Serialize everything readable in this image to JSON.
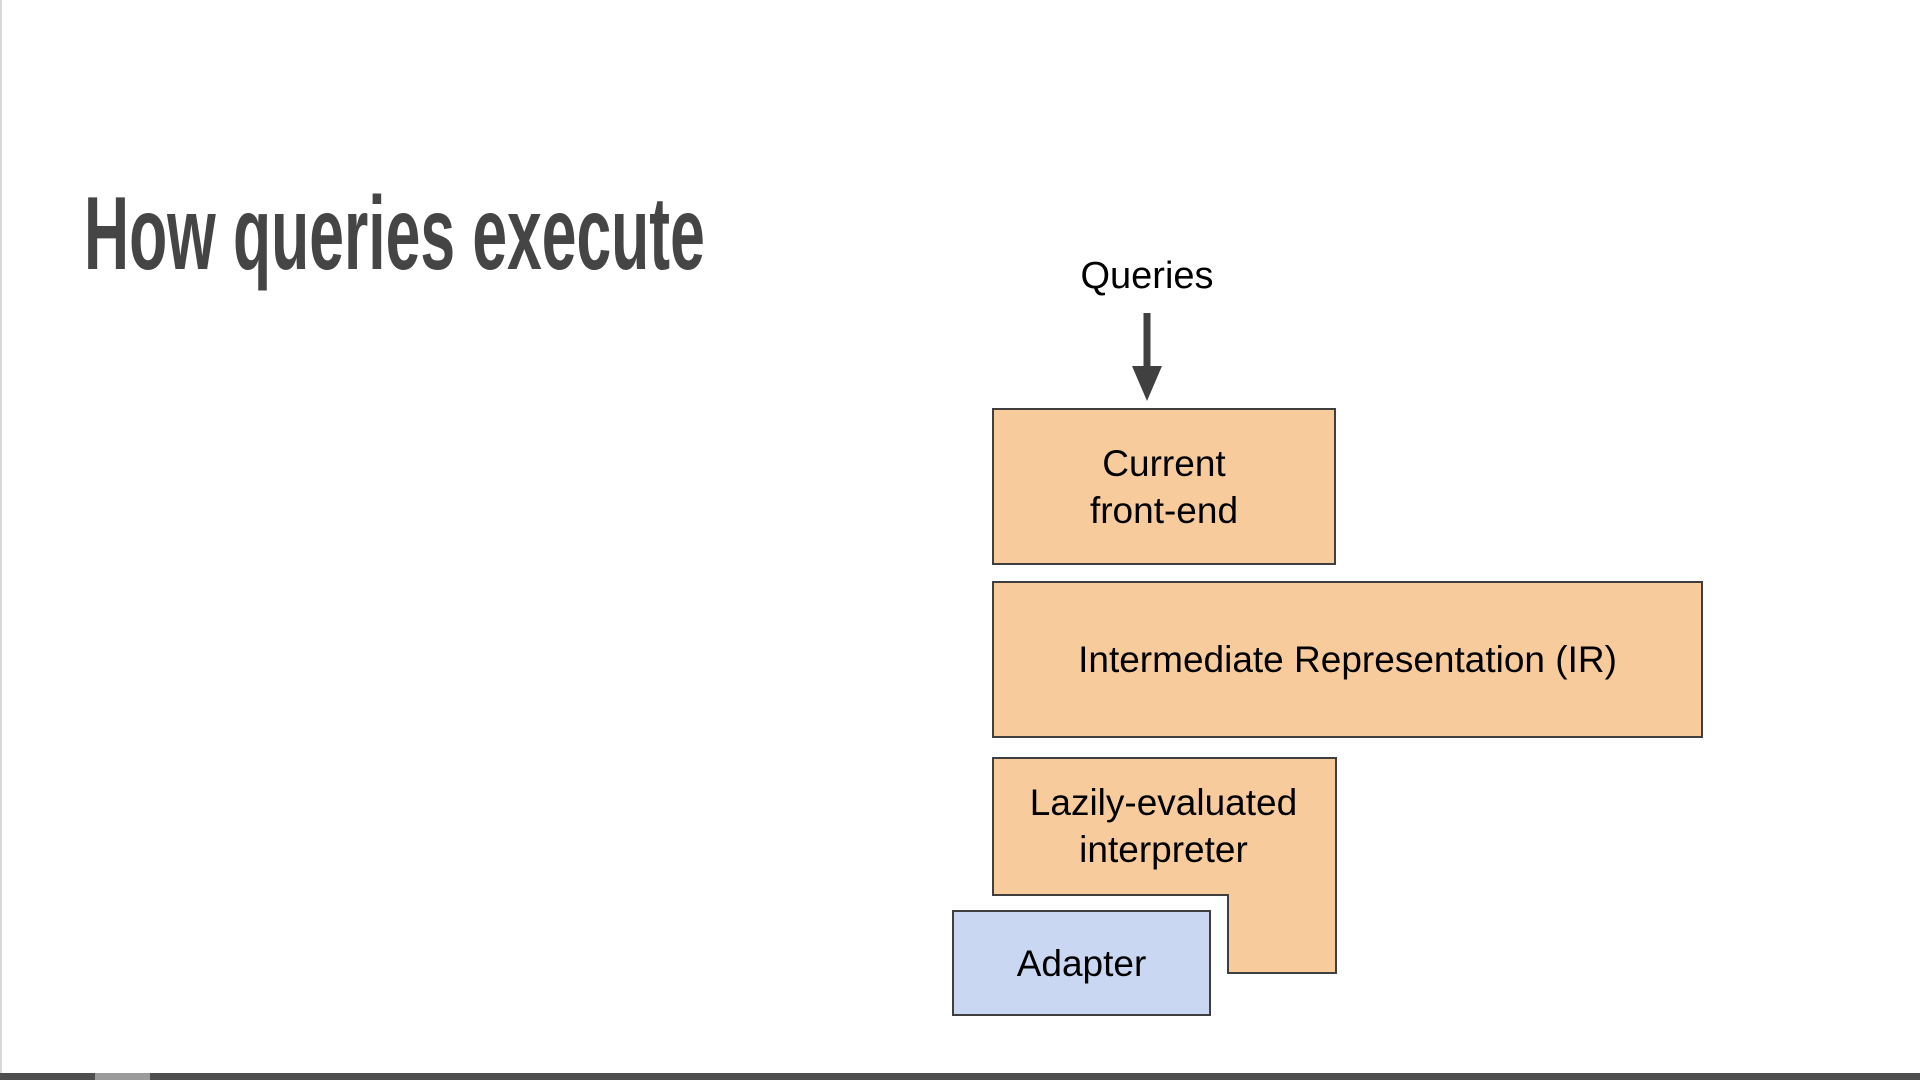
{
  "slide": {
    "title": "How queries execute"
  },
  "diagram": {
    "source_label": "Queries",
    "nodes": {
      "current_frontend": {
        "lines": [
          "Current",
          "front-end"
        ],
        "fill": "#F8CB9C"
      },
      "ir": {
        "label": "Intermediate Representation (IR)",
        "fill": "#F8CB9C"
      },
      "interpreter": {
        "lines": [
          "Lazily-evaluated",
          "interpreter"
        ],
        "fill": "#F8CB9C"
      },
      "adapter": {
        "label": "Adapter",
        "fill": "#C9D7F2"
      }
    },
    "colors": {
      "node_border": "#3F3F3F",
      "arrow": "#404040",
      "title_text": "#454545",
      "node_text": "#000000",
      "bottom_bar": "#4E4E4E"
    }
  }
}
